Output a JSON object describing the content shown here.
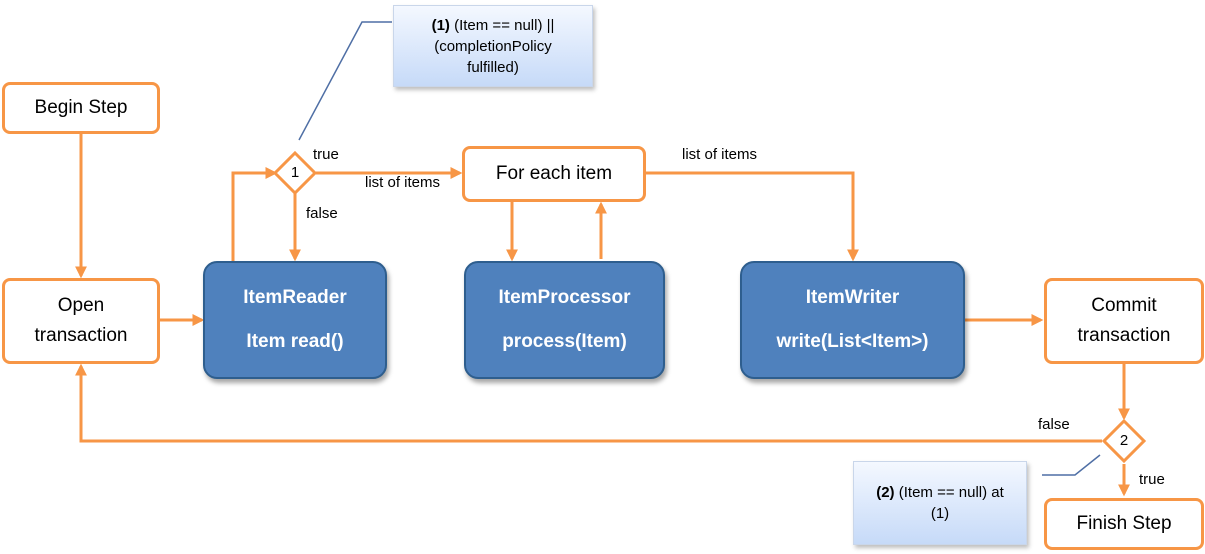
{
  "boxes": {
    "begin_step": "Begin Step",
    "open_transaction": [
      "Open",
      "transaction"
    ],
    "item_reader": {
      "title": "ItemReader",
      "method": "Item read()"
    },
    "for_each_item": "For each item",
    "item_processor": {
      "title": "ItemProcessor",
      "method": "process(Item)"
    },
    "item_writer": {
      "title": "ItemWriter",
      "method": "write(List<Item>)"
    },
    "commit_transaction": [
      "Commit",
      "transaction"
    ],
    "finish_step": "Finish Step"
  },
  "decisions": {
    "d1": "1",
    "d2": "2"
  },
  "labels": {
    "d1_true": "true",
    "d1_false": "false",
    "list_of_items_1": "list of items",
    "list_of_items_2": "list of items",
    "d2_false": "false",
    "d2_true": "true"
  },
  "notes": {
    "note1": {
      "prefix": "(1)",
      "text": "(Item == null)  ||",
      "line2": "(completionPolicy",
      "line3": "fulfilled)"
    },
    "note2": {
      "prefix": "(2)",
      "text": "(Item == null) at",
      "line2": "(1)"
    }
  },
  "colors": {
    "flow": "#F79646",
    "box_fill": "#4F81BD",
    "note_line": "#4F6FA5"
  }
}
